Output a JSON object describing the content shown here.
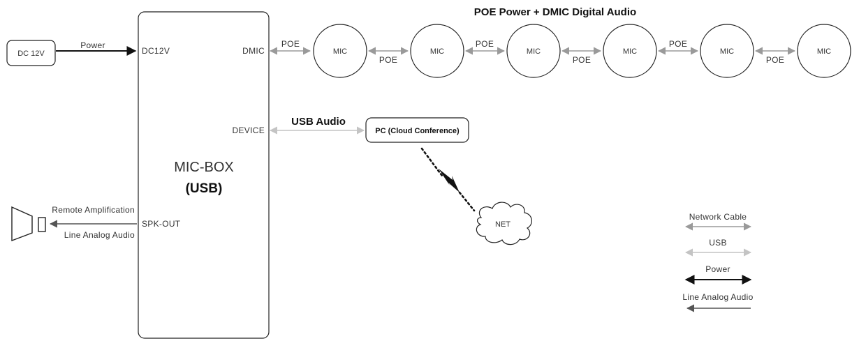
{
  "title": "POE Power + DMIC Digital Audio",
  "dc_source": "DC 12V",
  "power_label": "Power",
  "micbox": {
    "name": "MIC-BOX",
    "subname": "(USB)",
    "port_dc": "DC12V",
    "port_dmic": "DMIC",
    "port_device": "DEVICE",
    "port_spk": "SPK-OUT"
  },
  "mics": [
    "MIC",
    "MIC",
    "MIC",
    "MIC",
    "MIC",
    "MIC"
  ],
  "poe_labels": [
    "POE",
    "POE",
    "POE",
    "POE",
    "POE",
    "POE"
  ],
  "usb_audio_label": "USB Audio",
  "pc_label": "PC (Cloud Conference)",
  "net_label": "NET",
  "speaker": {
    "top_label": "Remote Amplification",
    "bottom_label": "Line Analog Audio"
  },
  "legend": [
    {
      "label": "Network Cable",
      "color": "#9a9a9a"
    },
    {
      "label": "USB",
      "color": "#c4c4c4"
    },
    {
      "label": "Power",
      "color": "#111111"
    },
    {
      "label": "Line Analog Audio",
      "color": "#555555"
    }
  ]
}
